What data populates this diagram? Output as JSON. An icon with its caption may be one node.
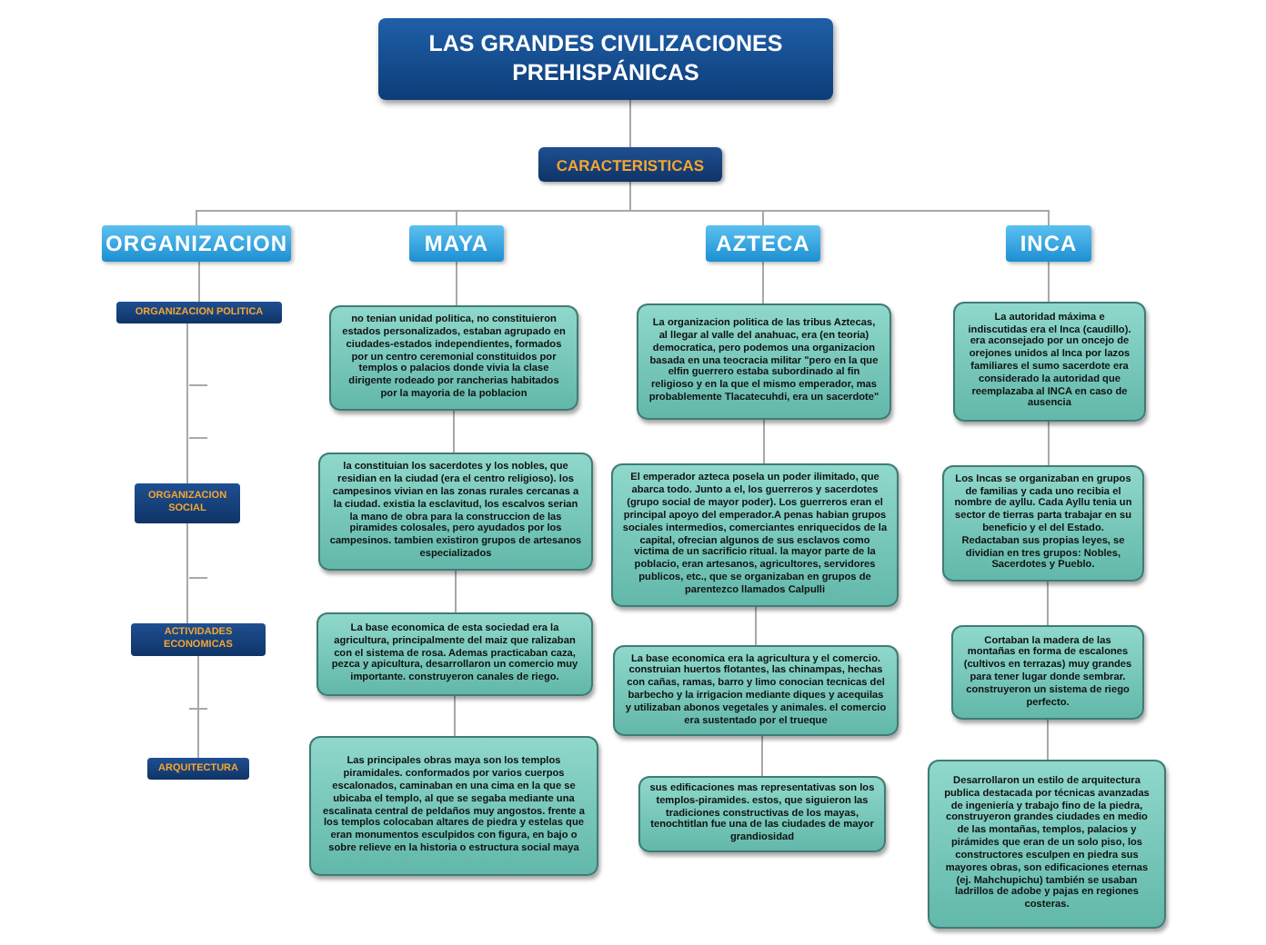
{
  "diagram": {
    "nodes": [
      {
        "text": [
          "LAS GRANDES CIVILIZACIONES PREHISPÁNICAS"
        ]
      },
      {
        "text": [
          "CARACTERISTICAS"
        ]
      },
      {
        "text": [
          "ORGANIZACION"
        ]
      },
      {
        "text": [
          "MAYA"
        ]
      },
      {
        "text": [
          "AZTECA"
        ]
      },
      {
        "text": [
          "INCA"
        ]
      },
      {
        "text": [
          "ORGANIZACION POLITICA"
        ]
      },
      {
        "text": [
          "ORGANIZACION SOCIAL"
        ]
      },
      {
        "text": [
          "ACTIVIDADES ECONOMICAS"
        ]
      },
      {
        "text": [
          "ARQUITECTURA"
        ]
      },
      {
        "text": [
          "no tenian unidad politica, no constituieron estados personalizados, estaban agrupado en ciudades-estados independientes, formados por un centro ceremonial constituidos por templos o palacios donde vivia la clase dirigente rodeado por rancherias habitados por la mayoria de la poblacion"
        ]
      },
      {
        "text": [
          "la constituian los sacerdotes y los nobles, que residian en la ciudad (era el centro religioso). los campesinos vivian en las zonas rurales cercanas a la ciudad. existia la esclavitud, los escalvos serian la mano de obra para la construccion de las piramides colosales, pero ayudados por los campesinos. tambien existiron grupos de artesanos especializados"
        ]
      },
      {
        "text": [
          "La base economica de esta sociedad era la agricultura, principalmente del maiz que ralizaban con el sistema de rosa. Ademas practicaban caza, pezca y apicultura, desarrollaron un comercio muy importante. construyeron canales de riego."
        ]
      },
      {
        "text": [
          "Las principales obras maya son los templos piramidales. conformados por varios cuerpos escalonados, caminaban en una cima en la que se ubicaba el templo, al que se segaba mediante una escalinata central de peldaños muy angostos. frente a los templos colocaban altares de piedra y estelas que eran monumentos esculpidos con figura, en bajo o sobre relieve en la historia o estructura social maya"
        ]
      },
      {
        "text": [
          "La organizacion politica de las tribus Aztecas, al llegar al valle del anahuac, era (en teoria) democratica, pero podemos una organizacion basada en una teocracia militar \"pero en la que elfin guerrero estaba subordinado al fin religioso y en la que el mismo emperador, mas probablemente Tlacatecuhdi, era un sacerdote\""
        ]
      },
      {
        "text": [
          "El emperador azteca posela un poder ilimitado, que abarca todo. Junto a el, los guerreros y sacerdotes (grupo social de mayor poder). Los guerreros eran el principal apoyo del emperador.A penas habian grupos sociales intermedios, comerciantes enriquecidos de la capital, ofrecian algunos de sus esclavos como victima de un sacrificio ritual. la mayor parte de la poblacio, eran artesanos, agricultores, servidores publicos, etc., que se organizaban en grupos de parentezco llamados Calpulli"
        ]
      },
      {
        "text": [
          "La base economica era la agricultura y el comercio. construian huertos flotantes, las chinampas, hechas con cañas, ramas, barro y limo conocian tecnicas del barbecho y la irrigacion mediante diques y acequilas y utilizaban abonos vegetales y animales. el comercio era sustentado por el trueque"
        ]
      },
      {
        "text": [
          "sus edificaciones mas representativas son los templos-piramides. estos, que siguieron las tradiciones constructivas de los mayas, tenochtitlan fue una de las ciudades de mayor grandiosidad"
        ]
      },
      {
        "text": [
          "La autoridad máxima e indiscutidas era el Inca (caudillo). era aconsejado por un oncejo de orejones unidos al Inca por lazos familiares el sumo sacerdote era considerado la autoridad que reemplazaba al INCA en caso de ausencia"
        ]
      },
      {
        "text": [
          "Los Incas se organizaban en grupos de familias y cada uno recibia el nombre de ayllu. Cada Ayllu tenia un sector de tierras parta trabajar en su beneficio y el del Estado. Redactaban sus propias leyes, se dividian en tres grupos: Nobles, Sacerdotes y Pueblo."
        ]
      },
      {
        "text": [
          "Cortaban la madera de las montañas en forma de escalones (cultivos en terrazas) muy grandes para tener lugar donde sembrar. construyeron un sistema de riego perfecto."
        ]
      },
      {
        "text": [
          "Desarrollaron un estilo de arquitectura publica destacada por técnicas avanzadas de ingeniería y trabajo fino de la piedra, construyeron grandes ciudades en medio de las montañas, templos, palacios y pirámides que eran de un solo piso, los constructores esculpen en piedra sus mayores obras, son edificaciones eternas (ej. Mahchupichu) también se usaban ladrillos de adobe y pajas en regiones costeras."
        ]
      }
    ],
    "edges": [
      {
        "from": 0,
        "to": 1,
        "arrow": "none"
      },
      {
        "from": 1,
        "to": 2,
        "arrow": "none"
      },
      {
        "from": 1,
        "to": 3,
        "arrow": "none"
      },
      {
        "from": 1,
        "to": 4,
        "arrow": "none"
      },
      {
        "from": 1,
        "to": 5,
        "arrow": "none"
      },
      {
        "from": 2,
        "to": 6,
        "arrow": "none"
      },
      {
        "from": 6,
        "to": 7,
        "arrow": "none"
      },
      {
        "from": 7,
        "to": 8,
        "arrow": "none"
      },
      {
        "from": 8,
        "to": 9,
        "arrow": "none"
      },
      {
        "from": 3,
        "to": 10,
        "arrow": "none"
      },
      {
        "from": 10,
        "to": 11,
        "arrow": "none"
      },
      {
        "from": 11,
        "to": 12,
        "arrow": "none"
      },
      {
        "from": 12,
        "to": 13,
        "arrow": "none"
      },
      {
        "from": 4,
        "to": 14,
        "arrow": "none"
      },
      {
        "from": 14,
        "to": 15,
        "arrow": "none"
      },
      {
        "from": 15,
        "to": 16,
        "arrow": "none"
      },
      {
        "from": 16,
        "to": 17,
        "arrow": "none"
      },
      {
        "from": 5,
        "to": 18,
        "arrow": "none"
      },
      {
        "from": 18,
        "to": 19,
        "arrow": "none"
      },
      {
        "from": 19,
        "to": 20,
        "arrow": "none"
      },
      {
        "from": 20,
        "to": 21,
        "arrow": "none"
      }
    ]
  }
}
